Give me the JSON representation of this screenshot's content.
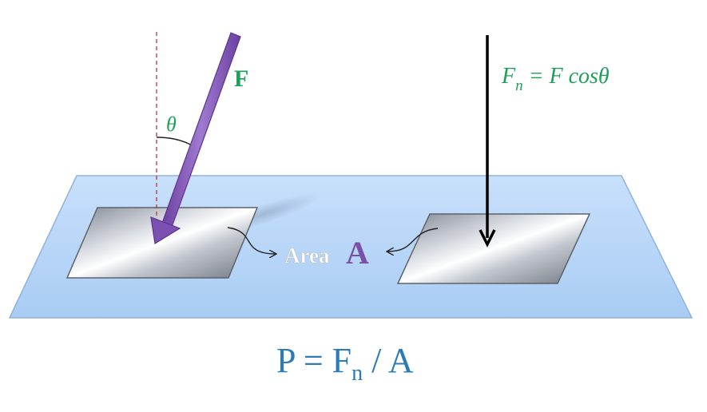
{
  "colors": {
    "force_text": "#1fa05a",
    "area_text": "#7a4fa8",
    "area_word": "#ffffff",
    "equation_text": "#2b7bb9",
    "plane_fill": "#b8d6f8",
    "force_arrow": "#8e63c0",
    "normal_arrow": "#000000",
    "dashed_line": "#c0323a"
  },
  "labels": {
    "force": "F",
    "angle": "θ",
    "normal_force": {
      "symbol": "F",
      "subscript": "n",
      "rest": " = F cosθ"
    },
    "area": {
      "word": "Area",
      "symbol": "A"
    },
    "equation": {
      "left": "P = F",
      "subscript": "n",
      "right": " / A"
    }
  }
}
